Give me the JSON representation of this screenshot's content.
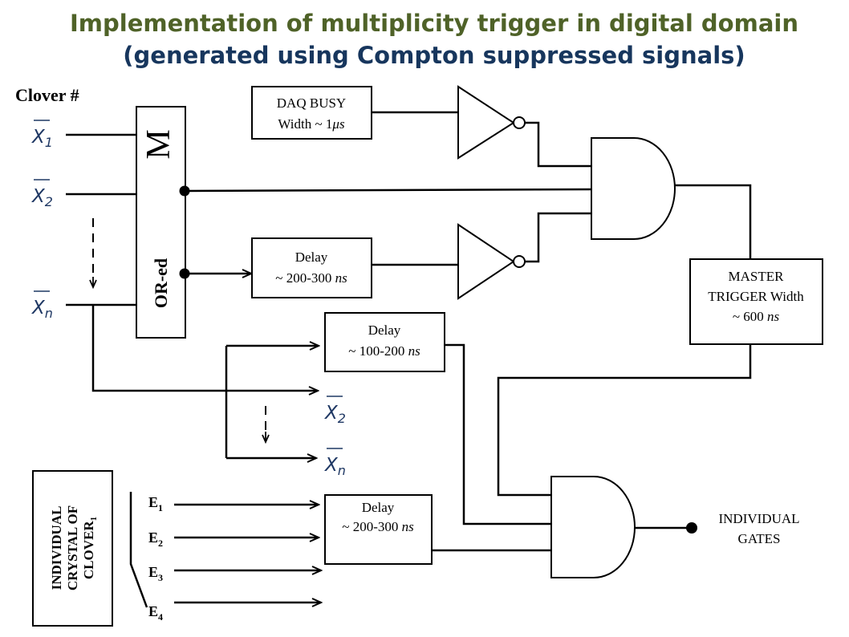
{
  "title": {
    "line1": "Implementation of multiplicity trigger in digital domain",
    "line2": "(generated using Compton suppressed signals)"
  },
  "inputs": {
    "heading": "Clover #",
    "x1": {
      "var": "X",
      "sub": "1"
    },
    "x2": {
      "var": "X",
      "sub": "2"
    },
    "xn": {
      "var": "X",
      "sub": "n"
    }
  },
  "or_block": {
    "letter": "M",
    "label": "OR-ed"
  },
  "daq_busy": {
    "line1": "DAQ BUSY",
    "line2_pre": "Width ~ 1",
    "line2_unit": "μs"
  },
  "delay_top": {
    "line1": "Delay",
    "line2_pre": "~ 200-300 ",
    "line2_unit": "ns"
  },
  "delay_mid": {
    "line1": "Delay",
    "line2_pre": "~ 100-200 ",
    "line2_unit": "ns"
  },
  "delay_low": {
    "line1": "Delay",
    "line2_pre": "~ 200-300 ",
    "line2_unit": "ns"
  },
  "master": {
    "line1": "MASTER",
    "line2": "TRIGGER Width",
    "line3_pre": "~ 600 ",
    "line3_unit": "ns"
  },
  "outputs": {
    "x2": {
      "var": "X",
      "sub": "2"
    },
    "xn": {
      "var": "X",
      "sub": "n"
    }
  },
  "crystal": {
    "line1": "INDIVIDUAL",
    "line2": "CRYSTAL OF",
    "line3": "CLOVER",
    "line3_sub": "1"
  },
  "energies": [
    {
      "label": "E",
      "sub": "1"
    },
    {
      "label": "E",
      "sub": "2"
    },
    {
      "label": "E",
      "sub": "3"
    },
    {
      "label": "E",
      "sub": "4"
    }
  ],
  "gates": {
    "line1": "INDIVIDUAL",
    "line2": "GATES"
  }
}
